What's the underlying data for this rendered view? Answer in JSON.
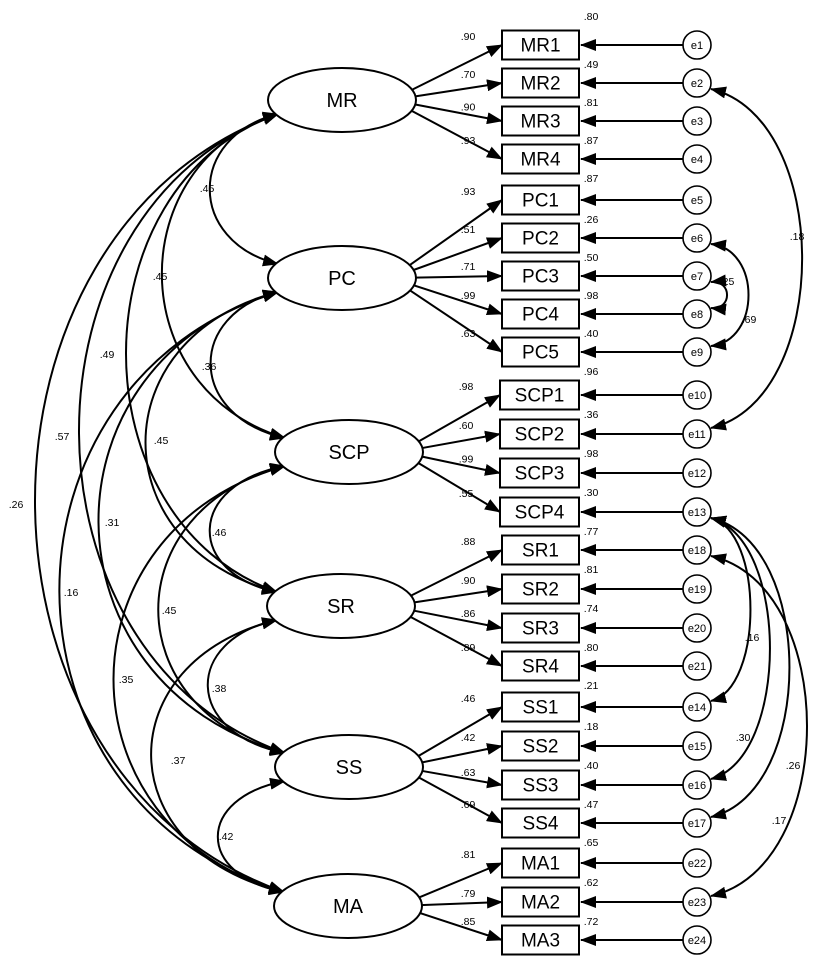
{
  "latents": [
    {
      "id": "MR",
      "label": "MR"
    },
    {
      "id": "PC",
      "label": "PC"
    },
    {
      "id": "SCP",
      "label": "SCP"
    },
    {
      "id": "SR",
      "label": "SR"
    },
    {
      "id": "SS",
      "label": "SS"
    },
    {
      "id": "MA",
      "label": "MA"
    }
  ],
  "indicators": [
    {
      "label": "MR1",
      "latent": "MR",
      "loading": ".90",
      "r2": ".49",
      "error": "e1"
    },
    {
      "label": "MR2",
      "latent": "MR",
      "loading": ".70",
      "r2": ".81",
      "error": "e2"
    },
    {
      "label": "MR3",
      "latent": "MR",
      "loading": ".90",
      "r2": ".87",
      "error": "e3"
    },
    {
      "label": "MR4",
      "latent": "MR",
      "loading": ".93",
      "r2": ".87",
      "error": "e4"
    },
    {
      "label": "PC1",
      "latent": "PC",
      "loading": ".93",
      "r2": ".26",
      "error": "e5"
    },
    {
      "label": "PC2",
      "latent": "PC",
      "loading": ".51",
      "r2": ".50",
      "error": "e6"
    },
    {
      "label": "PC3",
      "latent": "PC",
      "loading": ".71",
      "r2": ".98",
      "error": "e7"
    },
    {
      "label": "PC4",
      "latent": "PC",
      "loading": ".99",
      "r2": ".40",
      "error": "e8"
    },
    {
      "label": "PC5",
      "latent": "PC",
      "loading": ".63",
      "r2": ".96",
      "error": "e9"
    },
    {
      "label": "SCP1",
      "latent": "SCP",
      "loading": ".98",
      "r2": ".36",
      "error": "e10"
    },
    {
      "label": "SCP2",
      "latent": "SCP",
      "loading": ".60",
      "r2": ".98",
      "error": "e11"
    },
    {
      "label": "SCP3",
      "latent": "SCP",
      "loading": ".99",
      "r2": ".30",
      "error": "e12"
    },
    {
      "label": "SCP4",
      "latent": "SCP",
      "loading": ".55",
      "r2": ".77",
      "error": "e13"
    },
    {
      "label": "SR1",
      "latent": "SR",
      "loading": ".88",
      "r2": ".81",
      "error": "e18"
    },
    {
      "label": "SR2",
      "latent": "SR",
      "loading": ".90",
      "r2": ".74",
      "error": "e19"
    },
    {
      "label": "SR3",
      "latent": "SR",
      "loading": ".86",
      "r2": ".80",
      "error": "e20"
    },
    {
      "label": "SR4",
      "latent": "SR",
      "loading": ".89",
      "r2": ".21",
      "error": "e21"
    },
    {
      "label": "SS1",
      "latent": "SS",
      "loading": ".46",
      "r2": ".18",
      "error": "e14"
    },
    {
      "label": "SS2",
      "latent": "SS",
      "loading": ".42",
      "r2": ".40",
      "error": "e15"
    },
    {
      "label": "SS3",
      "latent": "SS",
      "loading": ".63",
      "r2": ".47",
      "error": "e16"
    },
    {
      "label": "SS4",
      "latent": "SS",
      "loading": ".69",
      "r2": ".65",
      "error": "e17"
    },
    {
      "label": "MA1",
      "latent": "MA",
      "loading": ".81",
      "r2": ".62",
      "error": "e22"
    },
    {
      "label": "MA2",
      "latent": "MA",
      "loading": ".79",
      "r2": ".72",
      "error": "e23"
    },
    {
      "label": "MA3",
      "latent": "MA",
      "loading": ".85",
      "r2": "",
      "error": "e24"
    }
  ],
  "top_value": ".80",
  "latent_correlations": [
    {
      "from": "MR",
      "to": "PC",
      "value": ".45"
    },
    {
      "from": "MR",
      "to": "SCP",
      "value": ".45"
    },
    {
      "from": "MR",
      "to": "SR",
      "value": ".49"
    },
    {
      "from": "MR",
      "to": "SS",
      "value": ".57"
    },
    {
      "from": "MR",
      "to": "MA",
      "value": ".26"
    },
    {
      "from": "PC",
      "to": "SCP",
      "value": ".36"
    },
    {
      "from": "PC",
      "to": "SR",
      "value": ".45"
    },
    {
      "from": "PC",
      "to": "SS",
      "value": ".31"
    },
    {
      "from": "PC",
      "to": "MA",
      "value": ".16"
    },
    {
      "from": "SCP",
      "to": "SR",
      "value": ".46"
    },
    {
      "from": "SCP",
      "to": "SS",
      "value": ".45"
    },
    {
      "from": "SCP",
      "to": "MA",
      "value": ".35"
    },
    {
      "from": "SR",
      "to": "SS",
      "value": ".38"
    },
    {
      "from": "SR",
      "to": "MA",
      "value": ".37"
    },
    {
      "from": "SS",
      "to": "MA",
      "value": ".42"
    }
  ],
  "error_covariances": [
    {
      "from": "e2",
      "to": "e11",
      "value": ".18"
    },
    {
      "from": "e6",
      "to": "e9",
      "value": ".69"
    },
    {
      "from": "e7",
      "to": "e8",
      "value": ".25"
    },
    {
      "from": "e13",
      "to": "e14",
      "value": ".16"
    },
    {
      "from": "e13",
      "to": "e16",
      "value": ".30"
    },
    {
      "from": "e13",
      "to": "e17",
      "value": ".26"
    },
    {
      "from": "e18",
      "to": "e23",
      "value": ".17"
    }
  ]
}
